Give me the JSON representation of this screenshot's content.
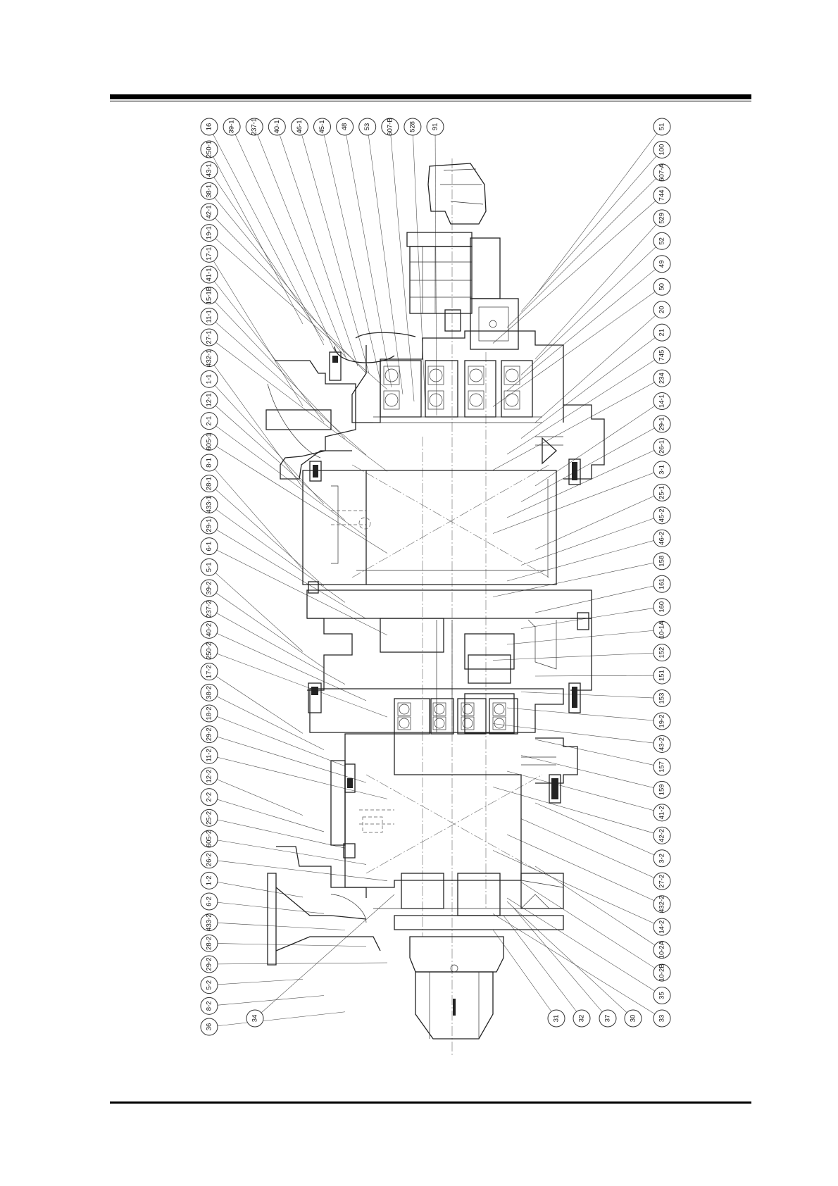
{
  "left_column_labels": [
    "16",
    "39-1",
    "237-1",
    "40-1",
    "46-1",
    "45-1",
    "48",
    "53",
    "607-B",
    "528",
    "91"
  ],
  "left_row_labels": [
    "250-1",
    "43-1",
    "38-1",
    "42-1",
    "19-1",
    "17-1",
    "41-1",
    "15-1B",
    "11-1",
    "27-1",
    "432-1",
    "1-1",
    "12-1",
    "2-1",
    "605-1",
    "8-1",
    "28-1",
    "433-1",
    "29-1",
    "6-1",
    "5-1",
    "39-2",
    "237-2",
    "40-2",
    "250-2",
    "17-2",
    "38-2",
    "18-2",
    "29-2",
    "11-2",
    "12-2",
    "2-2",
    "25-2",
    "605-2",
    "26-2",
    "1-2",
    "6-2",
    "433-2",
    "28-2",
    "29-2",
    "5-2",
    "8-2",
    "36"
  ],
  "right_row_labels": [
    "51",
    "100",
    "607-A",
    "744",
    "529",
    "52",
    "49",
    "50",
    "20",
    "21",
    "745",
    "234",
    "14-1",
    "29-1",
    "26-1",
    "3-1",
    "25-1",
    "45-2",
    "46-2",
    "158",
    "161",
    "160",
    "10-1A",
    "152",
    "151",
    "153",
    "19-2",
    "43-2",
    "157",
    "159",
    "41-2",
    "42-2",
    "3-2",
    "27-2",
    "432-2",
    "14-2",
    "10-2A",
    "10-2B",
    "35",
    "33"
  ],
  "bottom_labels": [
    "34",
    "31",
    "32",
    "37",
    "30"
  ],
  "colors": {
    "line": "#222222",
    "rule": "#000000",
    "background": "#ffffff"
  }
}
